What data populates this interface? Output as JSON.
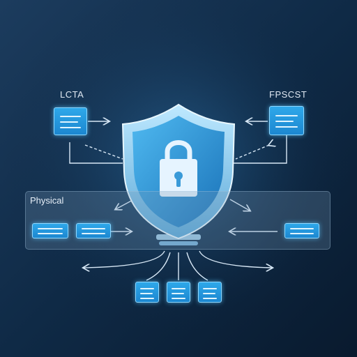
{
  "diagram": {
    "labels": {
      "top_left": "LCTA",
      "top_right": "FPSCST",
      "panel": "Physical"
    },
    "center_icon": "shield-lock-icon",
    "nodes": [
      "top-left",
      "top-right",
      "panel-left-1",
      "panel-left-2",
      "panel-right",
      "bottom-1",
      "bottom-2",
      "bottom-3"
    ],
    "colors": {
      "background_dark": "#0c2038",
      "background_light": "#2c5478",
      "accent": "#2ea8ea",
      "glow": "#8fd8ff"
    }
  }
}
